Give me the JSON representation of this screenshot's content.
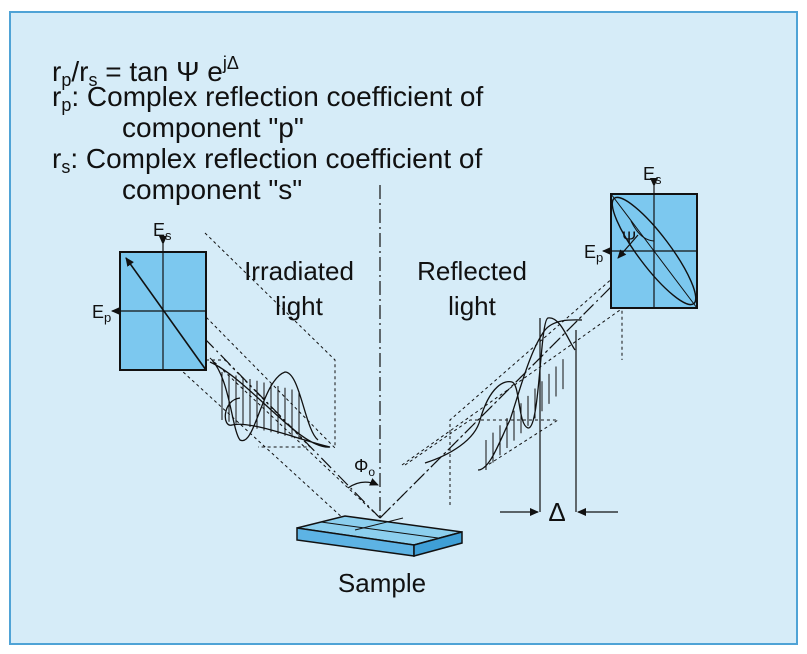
{
  "equation": {
    "lhs_r1": "r",
    "lhs_r1_sub": "p",
    "slash": "/",
    "lhs_r2": "r",
    "lhs_r2_sub": "s",
    "rhs_main": " = tan ",
    "rhs_psi": "Ψ",
    "rhs_e": " e",
    "rhs_exp": "jΔ"
  },
  "definitions": [
    {
      "sym": "r",
      "sub": "p",
      "line1": ": Complex reflection coefficient of",
      "line2": "component \"p\""
    },
    {
      "sym": "r",
      "sub": "s",
      "line1": ": Complex reflection coefficient of",
      "line2": "component \"s\""
    }
  ],
  "labels": {
    "irradiated_line1": "Irradiated",
    "irradiated_line2": "light",
    "reflected_line1": "Reflected",
    "reflected_line2": "light",
    "sample": "Sample",
    "es": "E",
    "es_sub": "s",
    "ep": "E",
    "ep_sub": "p",
    "psi": "Ψ",
    "phi": "Φ",
    "phi_sub": "o",
    "delta": "Δ"
  },
  "colors": {
    "background": "#d6ecf8",
    "border": "#4fa3d6",
    "panel": "#7cc8ef",
    "sample": "#8ccfee"
  }
}
